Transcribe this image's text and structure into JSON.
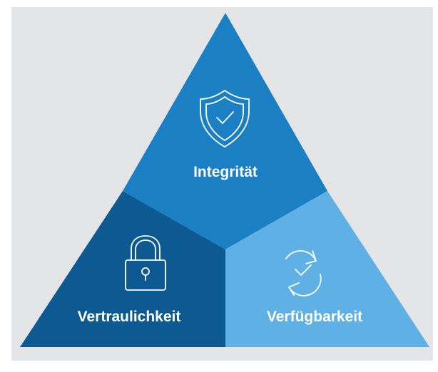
{
  "segments": [
    {
      "id": "integritaet",
      "label": "Integrität",
      "icon": "shield-check-icon",
      "color": "#1b7fc4"
    },
    {
      "id": "vertraulichkeit",
      "label": "Vertraulichkeit",
      "icon": "padlock-icon",
      "color": "#0d5a92"
    },
    {
      "id": "verfuegbarkeit",
      "label": "Verfügbarkeit",
      "icon": "refresh-check-icon",
      "color": "#5fb0e5"
    }
  ],
  "colors": {
    "background": "#e4e5e7",
    "icon_stroke": "#ffffff"
  }
}
